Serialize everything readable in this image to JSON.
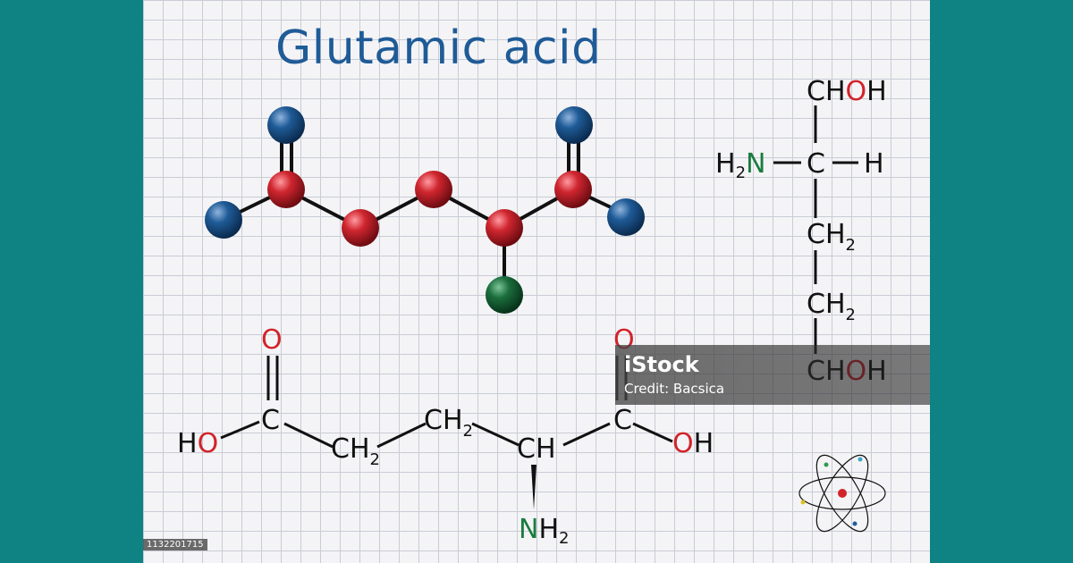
{
  "title": "Glutamic acid",
  "watermark": {
    "logo": "iStock",
    "credit": "Credit: Bacsica"
  },
  "stock_id": "1132201715",
  "colors": {
    "background": "#0f8383",
    "title": "#1f5b97",
    "atom_red": "#d0262f",
    "atom_blue": "#1f5b97",
    "atom_green": "#1b6e3c",
    "oxygen_text": "#d2232a",
    "nitrogen_text": "#1a7b3f"
  },
  "fischer_projection": {
    "top": [
      "CH",
      "O",
      "H"
    ],
    "center_left": [
      "H",
      "2",
      "N"
    ],
    "center_atom": "C",
    "center_right": "H",
    "mid1": [
      "CH",
      "2"
    ],
    "mid2": [
      "CH",
      "2"
    ],
    "bottom": [
      "CH",
      "O",
      "H"
    ]
  },
  "skeletal_formula": {
    "left_carbonyl_o": "O",
    "right_carbonyl_o": "O",
    "left_carboxyl_c": "C",
    "right_carboxyl_c": "C",
    "left_hydroxyl": [
      "H",
      "O"
    ],
    "right_hydroxyl": [
      "O",
      "H"
    ],
    "ch2_a": [
      "CH",
      "2"
    ],
    "ch2_b": [
      "CH",
      "2"
    ],
    "alpha_ch": "CH",
    "amine": [
      "N",
      "H",
      "2"
    ]
  },
  "icons": [
    "atom-icon"
  ]
}
